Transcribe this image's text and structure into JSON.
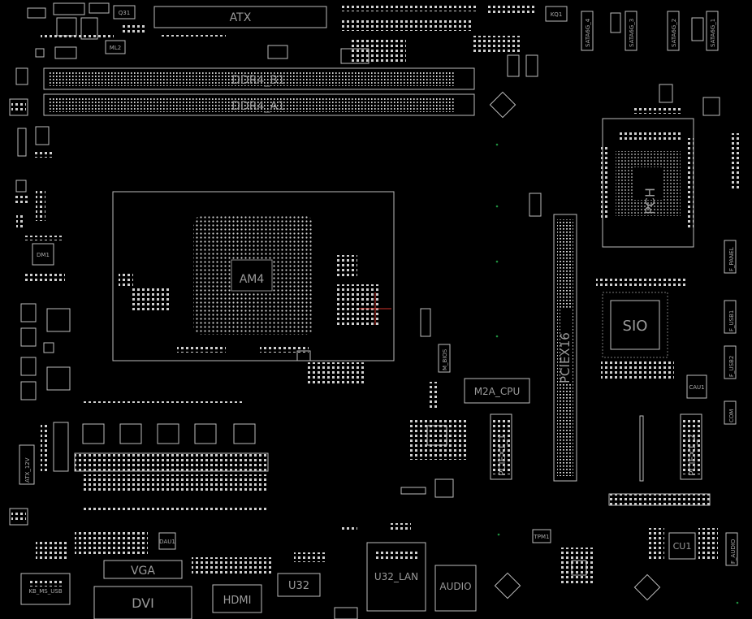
{
  "board": {
    "background": "#000000",
    "silkscreen_color": "#bdbdbd",
    "label_color": "#9a9a9a",
    "marker_color": "#d0342c"
  },
  "connectors": {
    "atx": "ATX",
    "ddr4_b1": "DDR4_B1",
    "ddr4_a1": "DDR4_A1",
    "pciex16": "PCIEX16",
    "pciex1_1": "PCIEX1_1",
    "pciex1_2": "PCIEX1_2",
    "m2a_cpu": "M2A_CPU",
    "vga": "VGA",
    "dvi": "DVI",
    "hdmi": "HDMI",
    "u32": "U32",
    "u32_lan": "U32_LAN",
    "audio": "AUDIO",
    "atx_12v": "ATX_12V",
    "kb_ms_usb": "KB_MS_USB"
  },
  "chips": {
    "cpu": "AM4",
    "pch": "PCH",
    "sio": "SIO",
    "cu1": "CU1",
    "q31": "Q31",
    "kq1": "KQ1",
    "ml2": "ML2",
    "dm1": "DM1",
    "tpm": "TPM1",
    "bios": "M_BIOS",
    "cau1": "CAU1",
    "dau1": "DAU1"
  },
  "headers": {
    "f_panel": "F_PANEL",
    "f_usb1": "F_USB1",
    "f_usb2": "F_USB2",
    "f_audio": "F_AUDIO",
    "com": "COM",
    "sata6g_1": "SATA6G_1",
    "sata6g_2": "SATA6G_2",
    "sata6g_3": "SATA6G_3",
    "sata6g_4": "SATA6G_4"
  }
}
